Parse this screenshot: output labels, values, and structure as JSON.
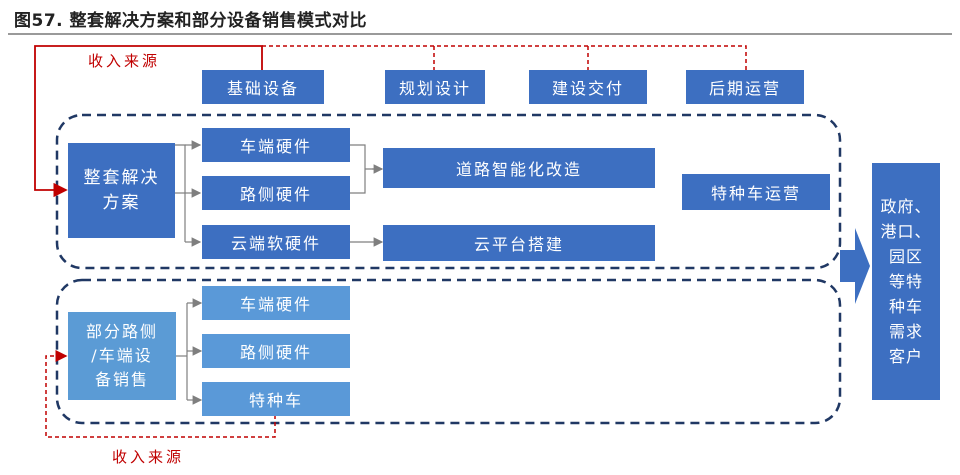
{
  "title": "图57. 整套解决方案和部分设备销售模式对比",
  "revenue_label_top": "收入来源",
  "revenue_label_bottom": "收入来源",
  "top_row": [
    "基础设备",
    "规划设计",
    "建设交付",
    "后期运营"
  ],
  "group1": {
    "source_line1": "整套解决",
    "source_line2": "方案",
    "hardware": [
      "车端硬件",
      "路侧硬件",
      "云端软硬件"
    ],
    "road_upgrade": "道路智能化改造",
    "cloud_platform": "云平台搭建",
    "special_ops": "特种车运营"
  },
  "group2": {
    "source_line1": "部分路侧",
    "source_line2": "/车端设",
    "source_line3": "备销售",
    "items": [
      "车端硬件",
      "路侧硬件",
      "特种车"
    ]
  },
  "customer_lines": [
    "政府、",
    "港口、",
    "园区",
    "等特",
    "种车",
    "需求",
    "客户"
  ],
  "colors": {
    "dark_box": "#3d6fc1",
    "light_box": "#5b9bd5",
    "revenue_line": "#c00000",
    "dashed_border": "#203864"
  }
}
